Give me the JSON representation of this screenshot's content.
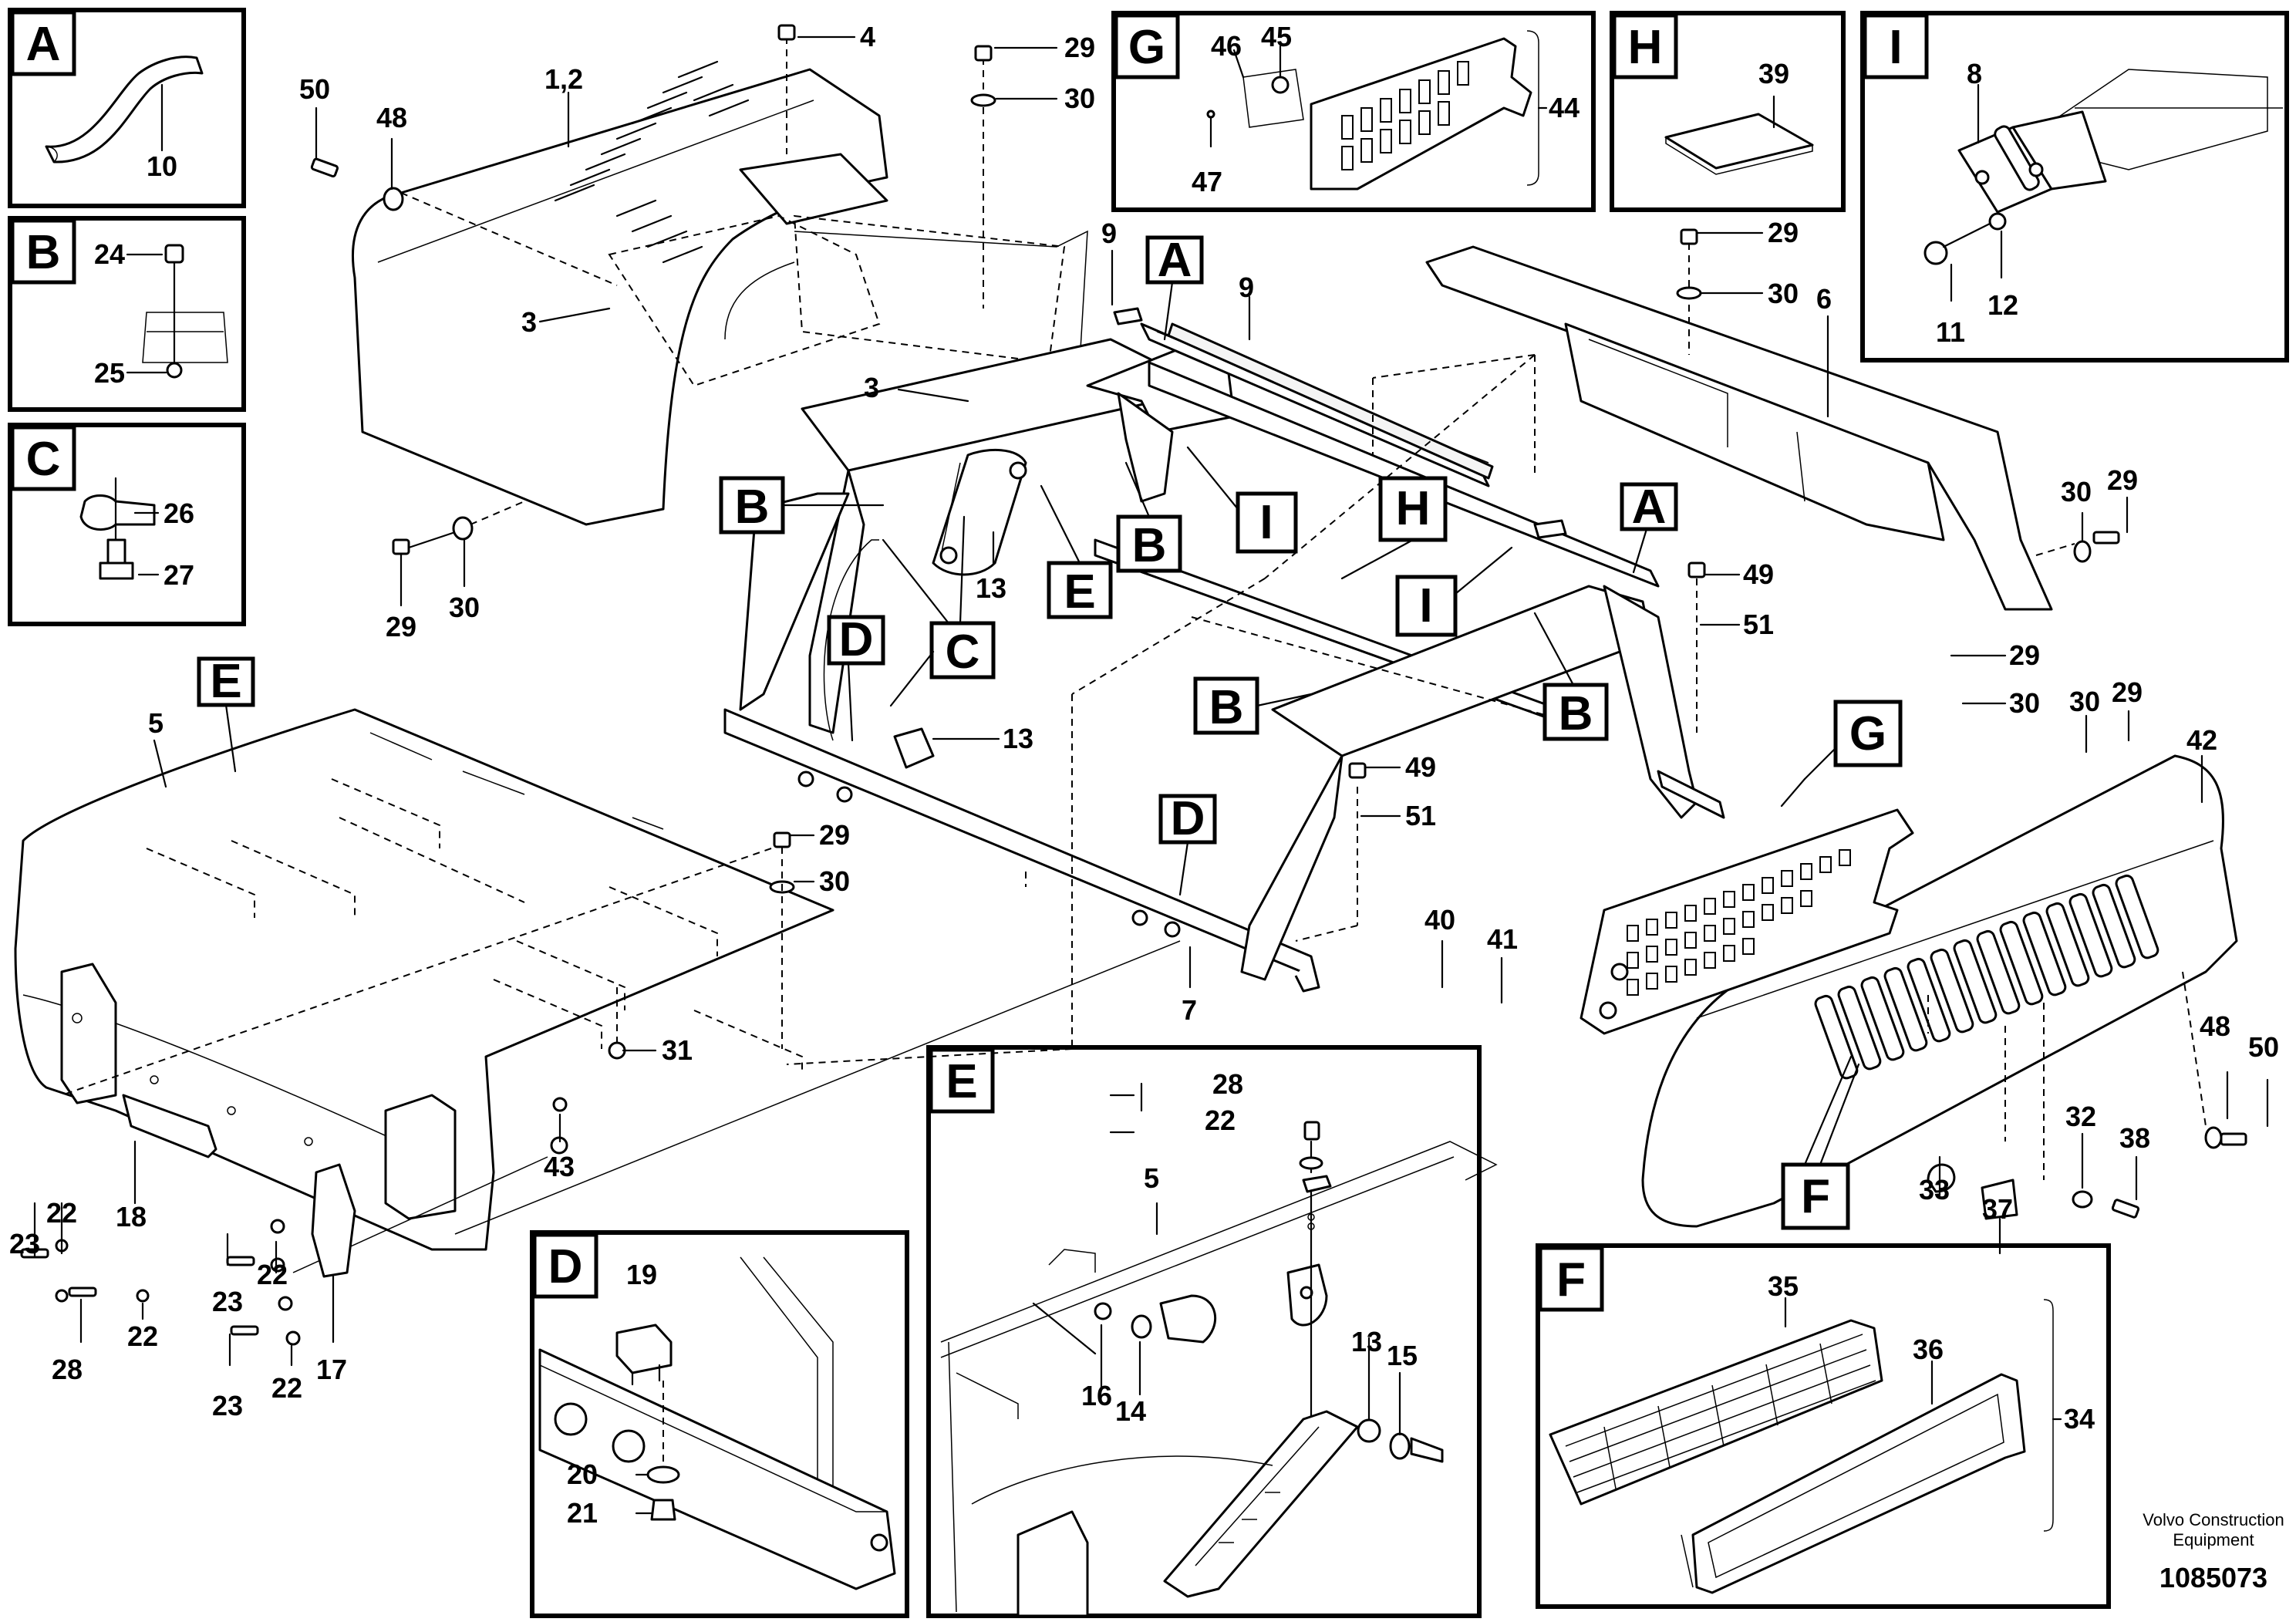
{
  "detail_views": [
    {
      "letter": "A",
      "parts": [
        "10"
      ]
    },
    {
      "letter": "B",
      "parts": [
        "24",
        "25"
      ]
    },
    {
      "letter": "C",
      "parts": [
        "26",
        "27"
      ]
    },
    {
      "letter": "D",
      "parts": [
        "19",
        "20",
        "21"
      ]
    },
    {
      "letter": "E",
      "parts": [
        "28",
        "22",
        "5",
        "16",
        "14",
        "13",
        "15"
      ]
    },
    {
      "letter": "F",
      "parts": [
        "35",
        "36",
        "34"
      ]
    },
    {
      "letter": "G",
      "parts": [
        "46",
        "45",
        "44",
        "47"
      ]
    },
    {
      "letter": "H",
      "parts": [
        "39"
      ]
    },
    {
      "letter": "I",
      "parts": [
        "8",
        "11",
        "12"
      ]
    }
  ],
  "main_labels": [
    "4",
    "29",
    "30",
    "50",
    "48",
    "1,2",
    "3",
    "3",
    "29",
    "30",
    "9",
    "9",
    "13",
    "13",
    "6",
    "29",
    "30",
    "29",
    "30",
    "49",
    "51",
    "49",
    "51",
    "29",
    "30",
    "29",
    "30",
    "42",
    "40",
    "41",
    "48",
    "50",
    "32",
    "38",
    "33",
    "37",
    "5",
    "29",
    "30",
    "31",
    "7",
    "43",
    "23",
    "22",
    "18",
    "23",
    "22",
    "28",
    "22",
    "23",
    "22",
    "17"
  ],
  "callouts": [
    "A",
    "A",
    "B",
    "B",
    "B",
    "B",
    "C",
    "D",
    "D",
    "E",
    "E",
    "F",
    "G",
    "H",
    "I",
    "I"
  ],
  "footer": {
    "company_line1": "Volvo Construction",
    "company_line2": "Equipment",
    "drawing_number": "1085073"
  }
}
